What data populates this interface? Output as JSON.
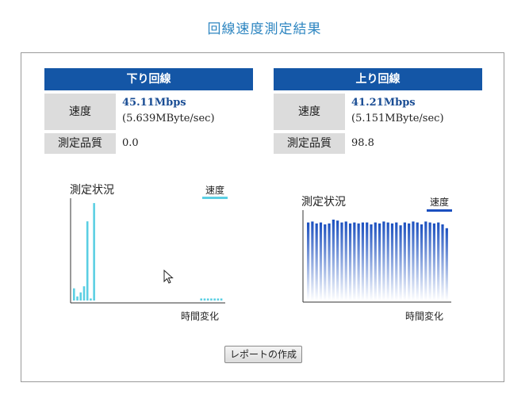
{
  "page": {
    "title": "回線速度測定結果"
  },
  "download": {
    "header": "下り回線",
    "speed_label": "速度",
    "speed_mbps": "45.11Mbps",
    "speed_mbyte": "(5.639MByte/sec)",
    "quality_label": "測定品質",
    "quality_value": "0.0"
  },
  "upload": {
    "header": "上り回線",
    "speed_label": "速度",
    "speed_mbps": "41.21Mbps",
    "speed_mbyte": "(5.151MByte/sec)",
    "quality_label": "測定品質",
    "quality_value": "98.8"
  },
  "charts": {
    "download": {
      "title": "測定状況",
      "legend": "速度",
      "xlabel": "時間変化",
      "color": "#5bcfe3"
    },
    "upload": {
      "title": "測定状況",
      "legend": "速度",
      "xlabel": "時間変化",
      "color": "#1a4fbf"
    }
  },
  "chart_data": [
    {
      "type": "bar",
      "title": "測定状況",
      "xlabel": "時間変化",
      "ylabel": "",
      "legend": "速度",
      "ylim": [
        0,
        100
      ],
      "values": [
        12,
        4,
        8,
        14,
        78,
        2,
        96,
        0,
        0,
        0,
        0,
        0,
        0,
        0,
        0,
        0,
        0,
        0,
        0,
        0,
        0,
        0,
        0,
        0,
        0,
        0,
        0,
        0,
        0,
        0,
        0,
        0,
        0,
        0,
        0,
        0,
        0,
        0,
        2,
        2,
        2,
        2,
        2,
        2,
        2
      ]
    },
    {
      "type": "bar",
      "title": "測定状況",
      "xlabel": "時間変化",
      "ylabel": "",
      "legend": "速度",
      "ylim": [
        0,
        100
      ],
      "values": [
        82,
        83,
        81,
        82,
        80,
        81,
        85,
        84,
        82,
        83,
        81,
        82,
        81,
        82,
        82,
        80,
        82,
        81,
        83,
        82,
        81,
        82,
        79,
        82,
        81,
        83,
        82,
        80,
        83,
        82,
        81,
        82,
        80,
        76
      ]
    }
  ],
  "actions": {
    "report_button": "レポートの作成"
  }
}
